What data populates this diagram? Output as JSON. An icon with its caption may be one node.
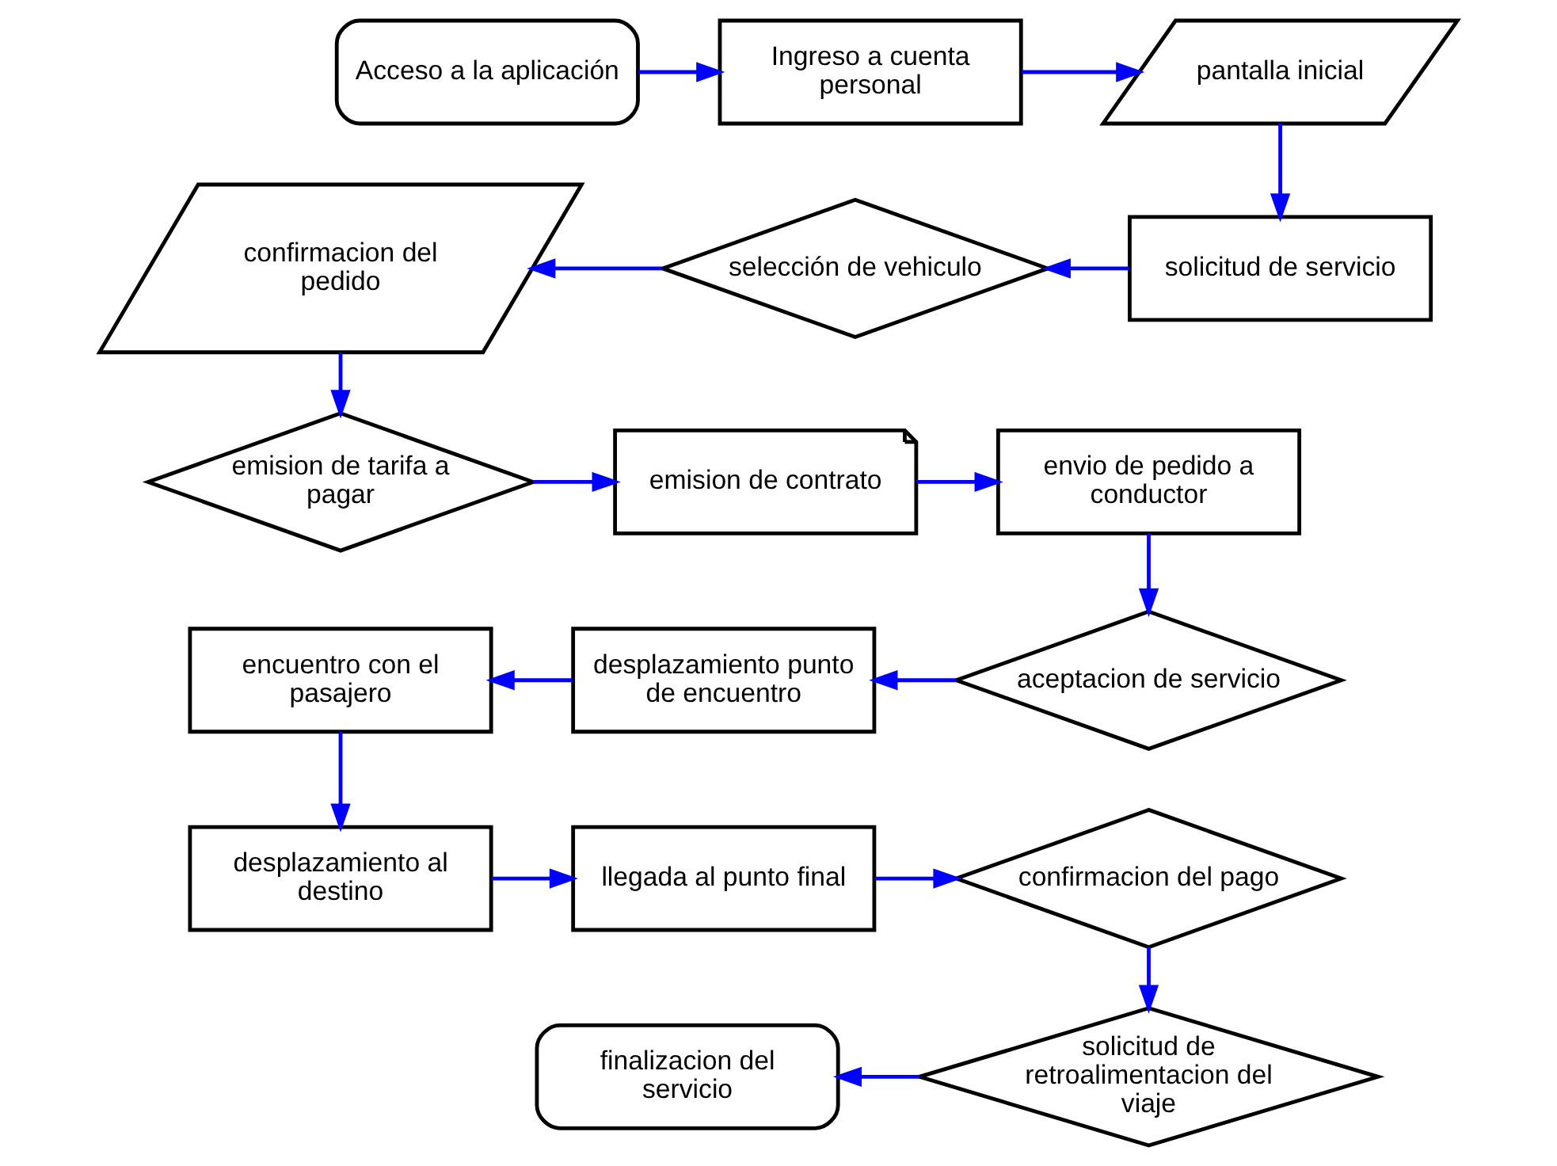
{
  "diagram": {
    "nodes": [
      {
        "text": [
          "Acceso a la aplicación"
        ]
      },
      {
        "text": [
          "Ingreso a cuenta personal"
        ]
      },
      {
        "text": [
          "pantalla inicial"
        ]
      },
      {
        "text": [
          "solicitud de servicio"
        ]
      },
      {
        "text": [
          "selección de vehiculo"
        ]
      },
      {
        "text": [
          "confirmacion del pedido"
        ]
      },
      {
        "text": [
          "emision de tarifa a pagar"
        ]
      },
      {
        "text": [
          "emision de contrato"
        ]
      },
      {
        "text": [
          "envio de pedido a conductor"
        ]
      },
      {
        "text": [
          "aceptacion de servicio"
        ]
      },
      {
        "text": [
          "desplazamiento punto de encuentro"
        ]
      },
      {
        "text": [
          "encuentro con el pasajero"
        ]
      },
      {
        "text": [
          "desplazamiento al destino"
        ]
      },
      {
        "text": [
          "llegada al punto final"
        ]
      },
      {
        "text": [
          "confirmacion del pago"
        ]
      },
      {
        "text": [
          "solicitud de retroalimentacion del viaje"
        ]
      },
      {
        "text": [
          "finalizacion del servicio"
        ]
      }
    ],
    "edges": [
      {
        "from": 0,
        "to": 1,
        "arrow": "to"
      },
      {
        "from": 1,
        "to": 2,
        "arrow": "to"
      },
      {
        "from": 2,
        "to": 3,
        "arrow": "to"
      },
      {
        "from": 3,
        "to": 4,
        "arrow": "to"
      },
      {
        "from": 4,
        "to": 5,
        "arrow": "to"
      },
      {
        "from": 5,
        "to": 6,
        "arrow": "to"
      },
      {
        "from": 6,
        "to": 7,
        "arrow": "to"
      },
      {
        "from": 7,
        "to": 8,
        "arrow": "to"
      },
      {
        "from": 8,
        "to": 9,
        "arrow": "to"
      },
      {
        "from": 9,
        "to": 10,
        "arrow": "to"
      },
      {
        "from": 10,
        "to": 11,
        "arrow": "to"
      },
      {
        "from": 11,
        "to": 12,
        "arrow": "to"
      },
      {
        "from": 12,
        "to": 13,
        "arrow": "to"
      },
      {
        "from": 13,
        "to": 14,
        "arrow": "to"
      },
      {
        "from": 14,
        "to": 15,
        "arrow": "to"
      },
      {
        "from": 15,
        "to": 16,
        "arrow": "to"
      }
    ]
  }
}
